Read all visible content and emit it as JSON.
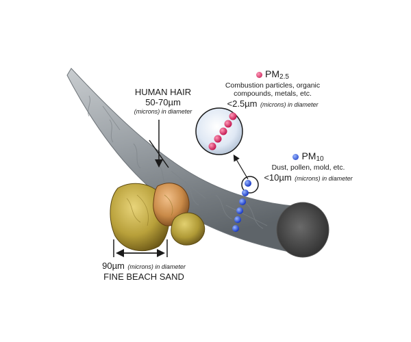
{
  "human_hair": {
    "title": "HUMAN HAIR",
    "size": "50-70µm",
    "note": "(microns) in diameter"
  },
  "pm25": {
    "prefix": "PM",
    "sub": "2.5",
    "line1": "Combustion particles, organic",
    "line2": "compounds, metals, etc.",
    "size": "<2.5µm",
    "note": "(microns) in diameter",
    "color": "#e0205a"
  },
  "pm10": {
    "prefix": "PM",
    "sub": "10",
    "line1": "Dust, pollen, mold, etc.",
    "size": "<10µm",
    "note": "(microns) in diameter",
    "color": "#2060e0"
  },
  "sand": {
    "size": "90µm",
    "note": "(microns) in diameter",
    "title": "FINE BEACH SAND"
  }
}
